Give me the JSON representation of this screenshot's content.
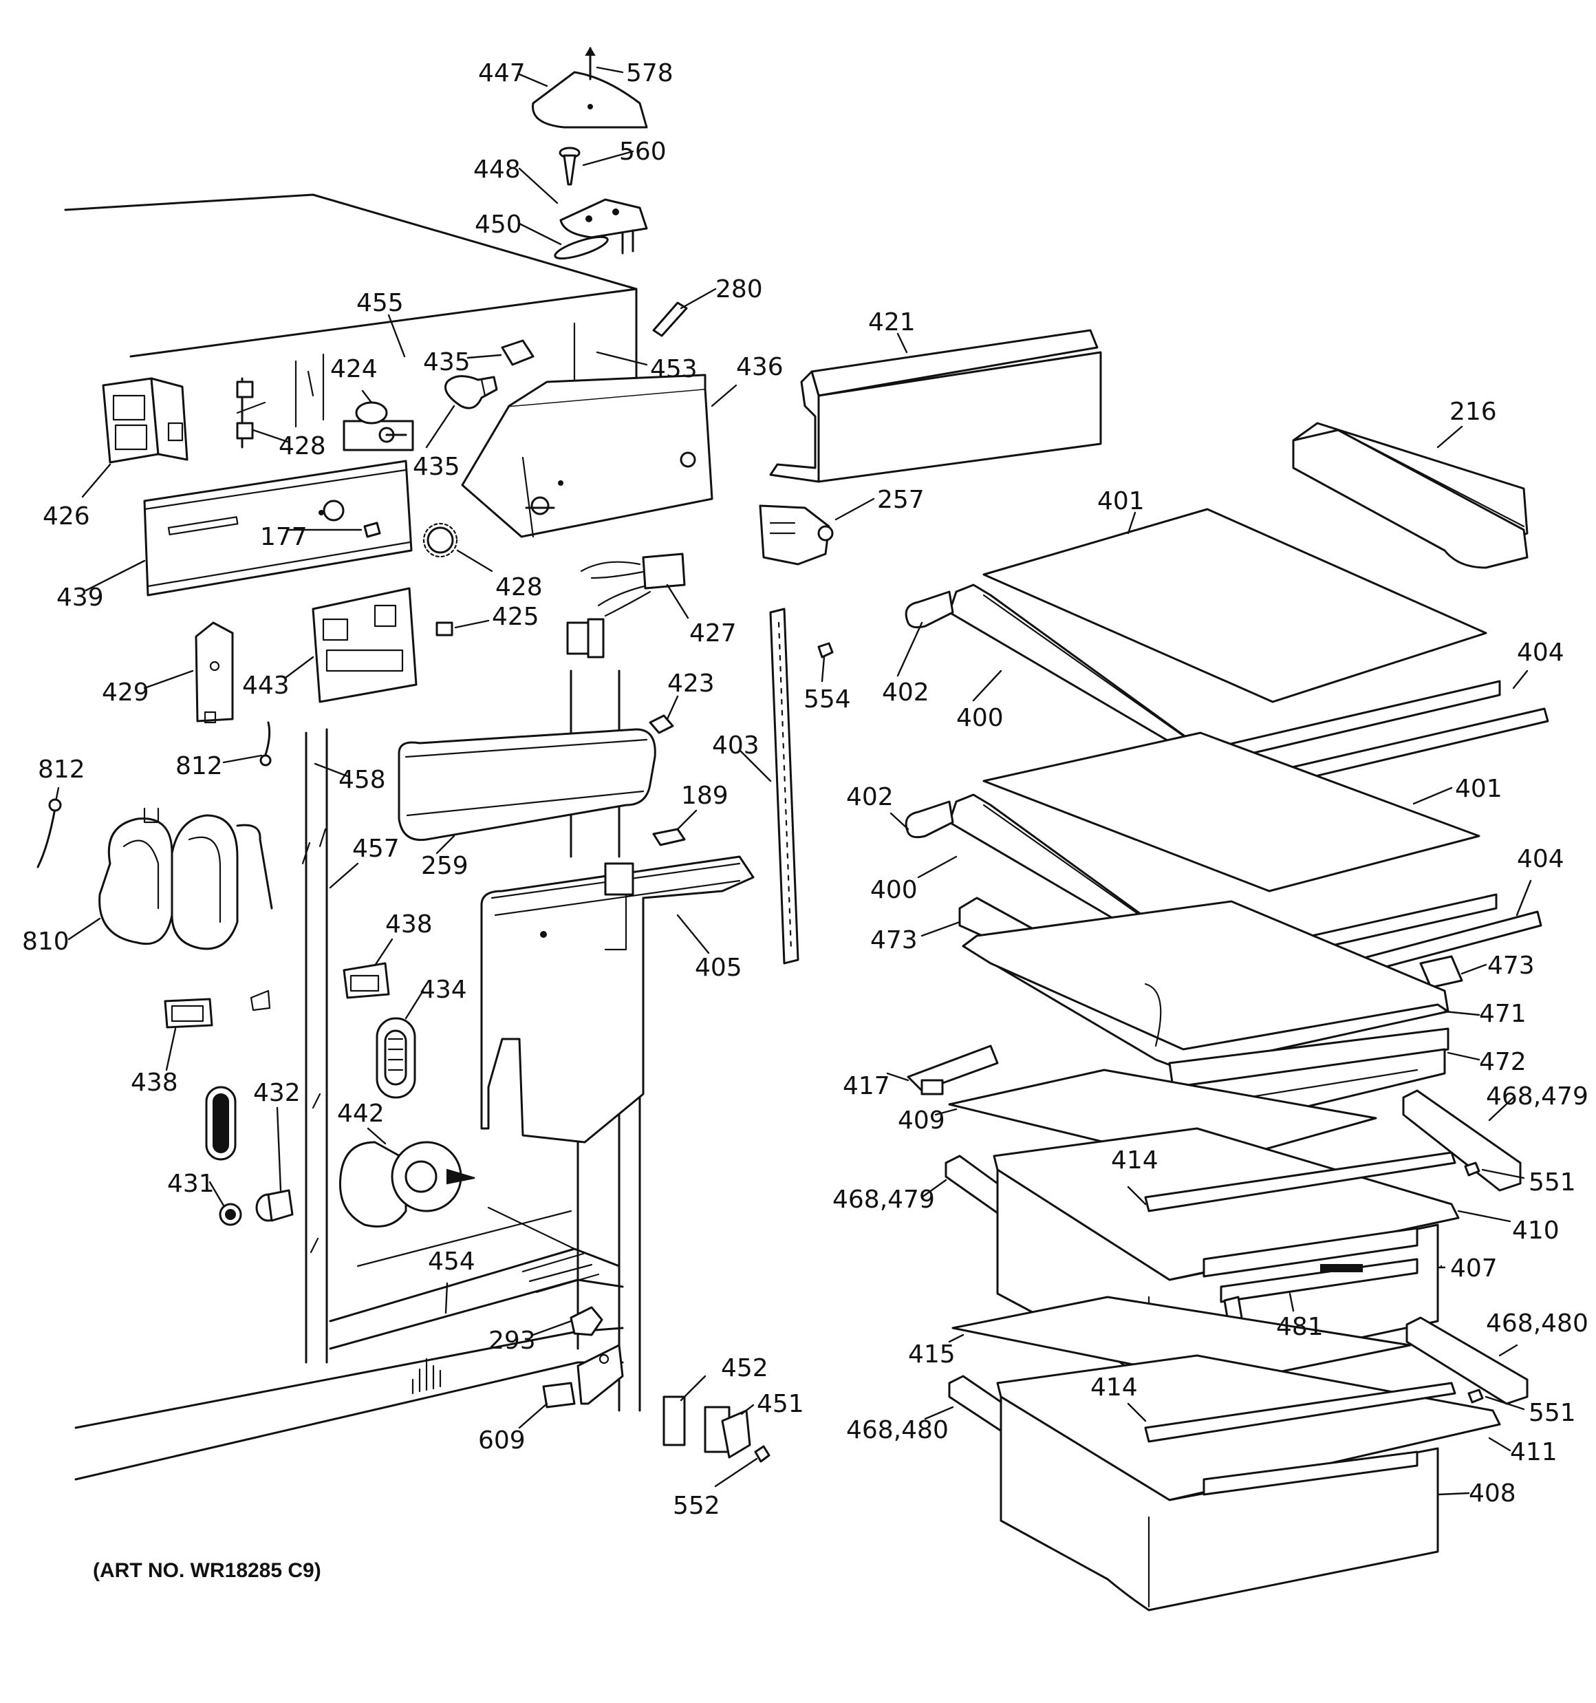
{
  "art_number": "(ART NO. WR18285 C9)",
  "callouts": {
    "p447": "447",
    "p578": "578",
    "p448": "448",
    "p560": "560",
    "p450": "450",
    "p280": "280",
    "p455": "455",
    "p435a": "435",
    "p453": "453",
    "p436": "436",
    "p421": "421",
    "p216": "216",
    "p424": "424",
    "p428a": "428",
    "p435b": "435",
    "p426": "426",
    "p177": "177",
    "p439": "439",
    "p428b": "428",
    "p425": "425",
    "p427": "427",
    "p257": "257",
    "p401a": "401",
    "p429": "429",
    "p443": "443",
    "p423": "423",
    "p554": "554",
    "p402a": "402",
    "p400a": "400",
    "p404a": "404",
    "p812a": "812",
    "p812b": "812",
    "p458": "458",
    "p403": "403",
    "p189": "189",
    "p402b": "402",
    "p401b": "401",
    "p259": "259",
    "p457": "457",
    "p400b": "400",
    "p404b": "404",
    "p810": "810",
    "p438a": "438",
    "p405": "405",
    "p473a": "473",
    "p473b": "473",
    "p434": "434",
    "p471": "471",
    "p438b": "438",
    "p472": "472",
    "p432": "432",
    "p417": "417",
    "p468_479a": "468,479",
    "p442": "442",
    "p409": "409",
    "p414a": "414",
    "p551a": "551",
    "p431": "431",
    "p468_479b": "468,479",
    "p410": "410",
    "p454": "454",
    "p407": "407",
    "p481": "481",
    "p468_480a": "468,480",
    "p293": "293",
    "p415": "415",
    "p452": "452",
    "p414b": "414",
    "p551b": "551",
    "p451": "451",
    "p609": "609",
    "p468_480b": "468,480",
    "p411": "411",
    "p552": "552",
    "p408": "408"
  }
}
